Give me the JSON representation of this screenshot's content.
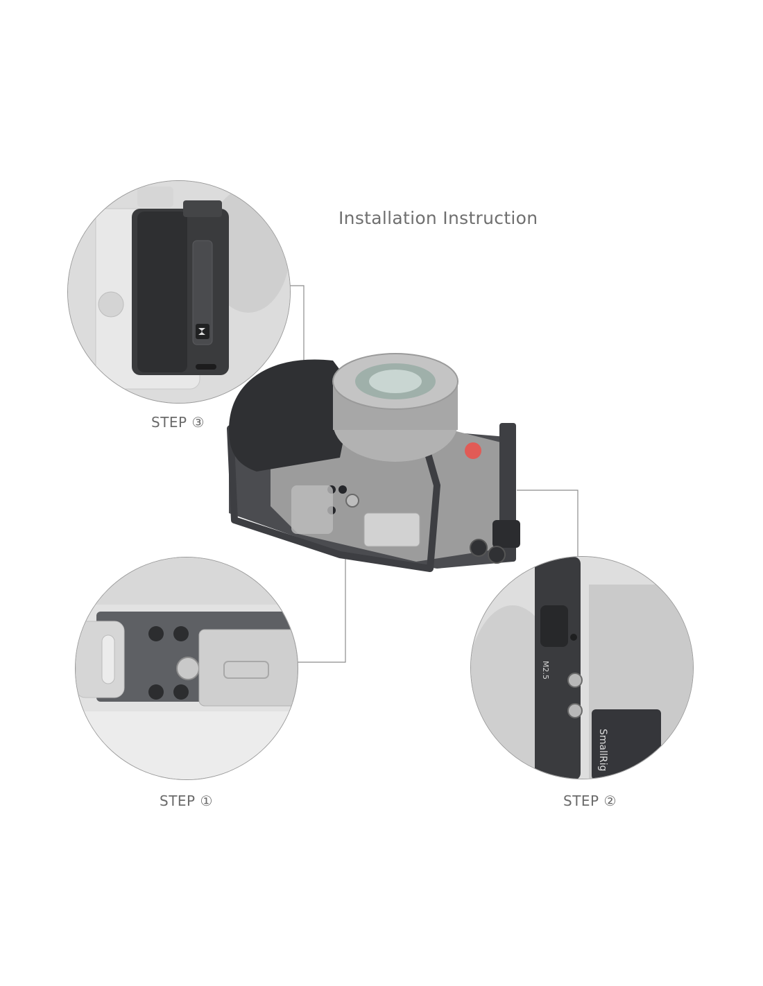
{
  "header": {
    "title": "Installation Instruction"
  },
  "steps": [
    {
      "label": "STEP ③"
    },
    {
      "label": "STEP ①"
    },
    {
      "label": "STEP ②"
    }
  ],
  "detail_text": {
    "brand": "SmallRig",
    "screw_size": "M2.5"
  }
}
